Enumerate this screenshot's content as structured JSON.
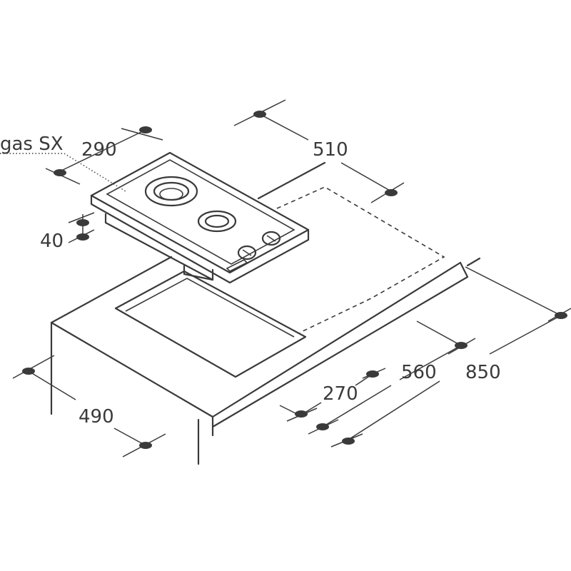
{
  "diagram": {
    "component_label": "gas SX",
    "dimensions": {
      "hob_width": "290",
      "hob_depth": "510",
      "hob_height": "40",
      "cutout_width": "270",
      "cutout_depth": "490",
      "worktop_depth": "560",
      "cabinet_height": "850"
    },
    "colors": {
      "line": "#3a3a3a",
      "background": "#ffffff"
    }
  }
}
